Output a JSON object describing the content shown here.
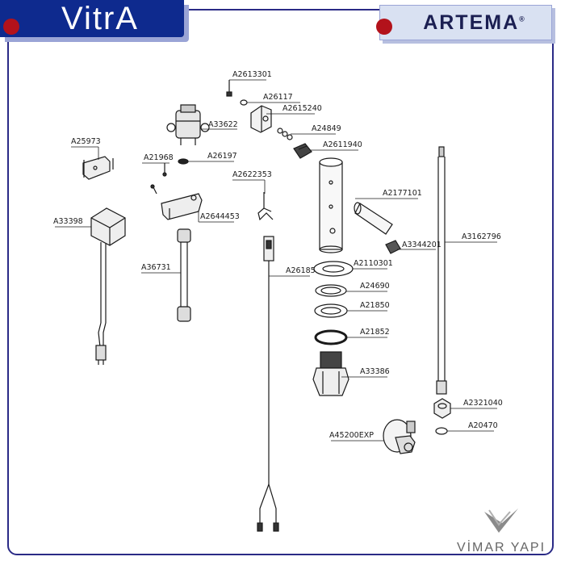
{
  "brands": {
    "left_logo": "VitrA",
    "right_logo": "ARTEMA",
    "right_logo_mark": "®",
    "watermark": "VİMAR YAPI"
  },
  "colors": {
    "frame": "#2a2a86",
    "vitra_bg": "#0e2a8e",
    "artema_bg": "#d9e1f2",
    "dot": "#b3121b",
    "drawing": "#1a1a1a"
  },
  "parts": {
    "p_a2613301": "A2613301",
    "p_a26117": "A26117",
    "p_a2615240": "A2615240",
    "p_a33622": "A33622",
    "p_a24849": "A24849",
    "p_a2611940": "A2611940",
    "p_a25973": "A25973",
    "p_a21968": "A21968",
    "p_a26197": "A26197",
    "p_a2622353": "A2622353",
    "p_a2177101": "A2177101",
    "p_a33398": "A33398",
    "p_a2644453": "A2644453",
    "p_a3162796": "A3162796",
    "p_a3344201": "A3344201",
    "p_a36731": "A36731",
    "p_a26185": "A26185",
    "p_a2110301": "A2110301",
    "p_a24690": "A24690",
    "p_a21850": "A21850",
    "p_a21852": "A21852",
    "p_a33386": "A33386",
    "p_a2321040": "A2321040",
    "p_a20470": "A20470",
    "p_a45200exp": "A45200EXP"
  }
}
